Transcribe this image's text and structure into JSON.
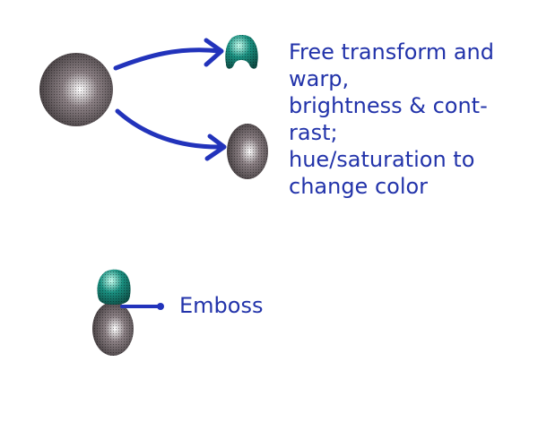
{
  "annotations": {
    "transform_lines": [
      "Free transform and",
      "warp,",
      "brightness & cont-",
      "rast;",
      "hue/saturation to",
      "change color"
    ],
    "emboss_label": "Emboss"
  },
  "colors": {
    "arrow": "#2233bb",
    "text": "#2233aa",
    "gray_sphere_light": "#ffffff",
    "gray_sphere_mid": "#8a7f83",
    "gray_sphere_dark": "#3f393b",
    "teal_shape_light": "#c8fff0",
    "teal_shape_mid": "#1a8f80",
    "teal_shape_dark": "#0e4d45"
  }
}
